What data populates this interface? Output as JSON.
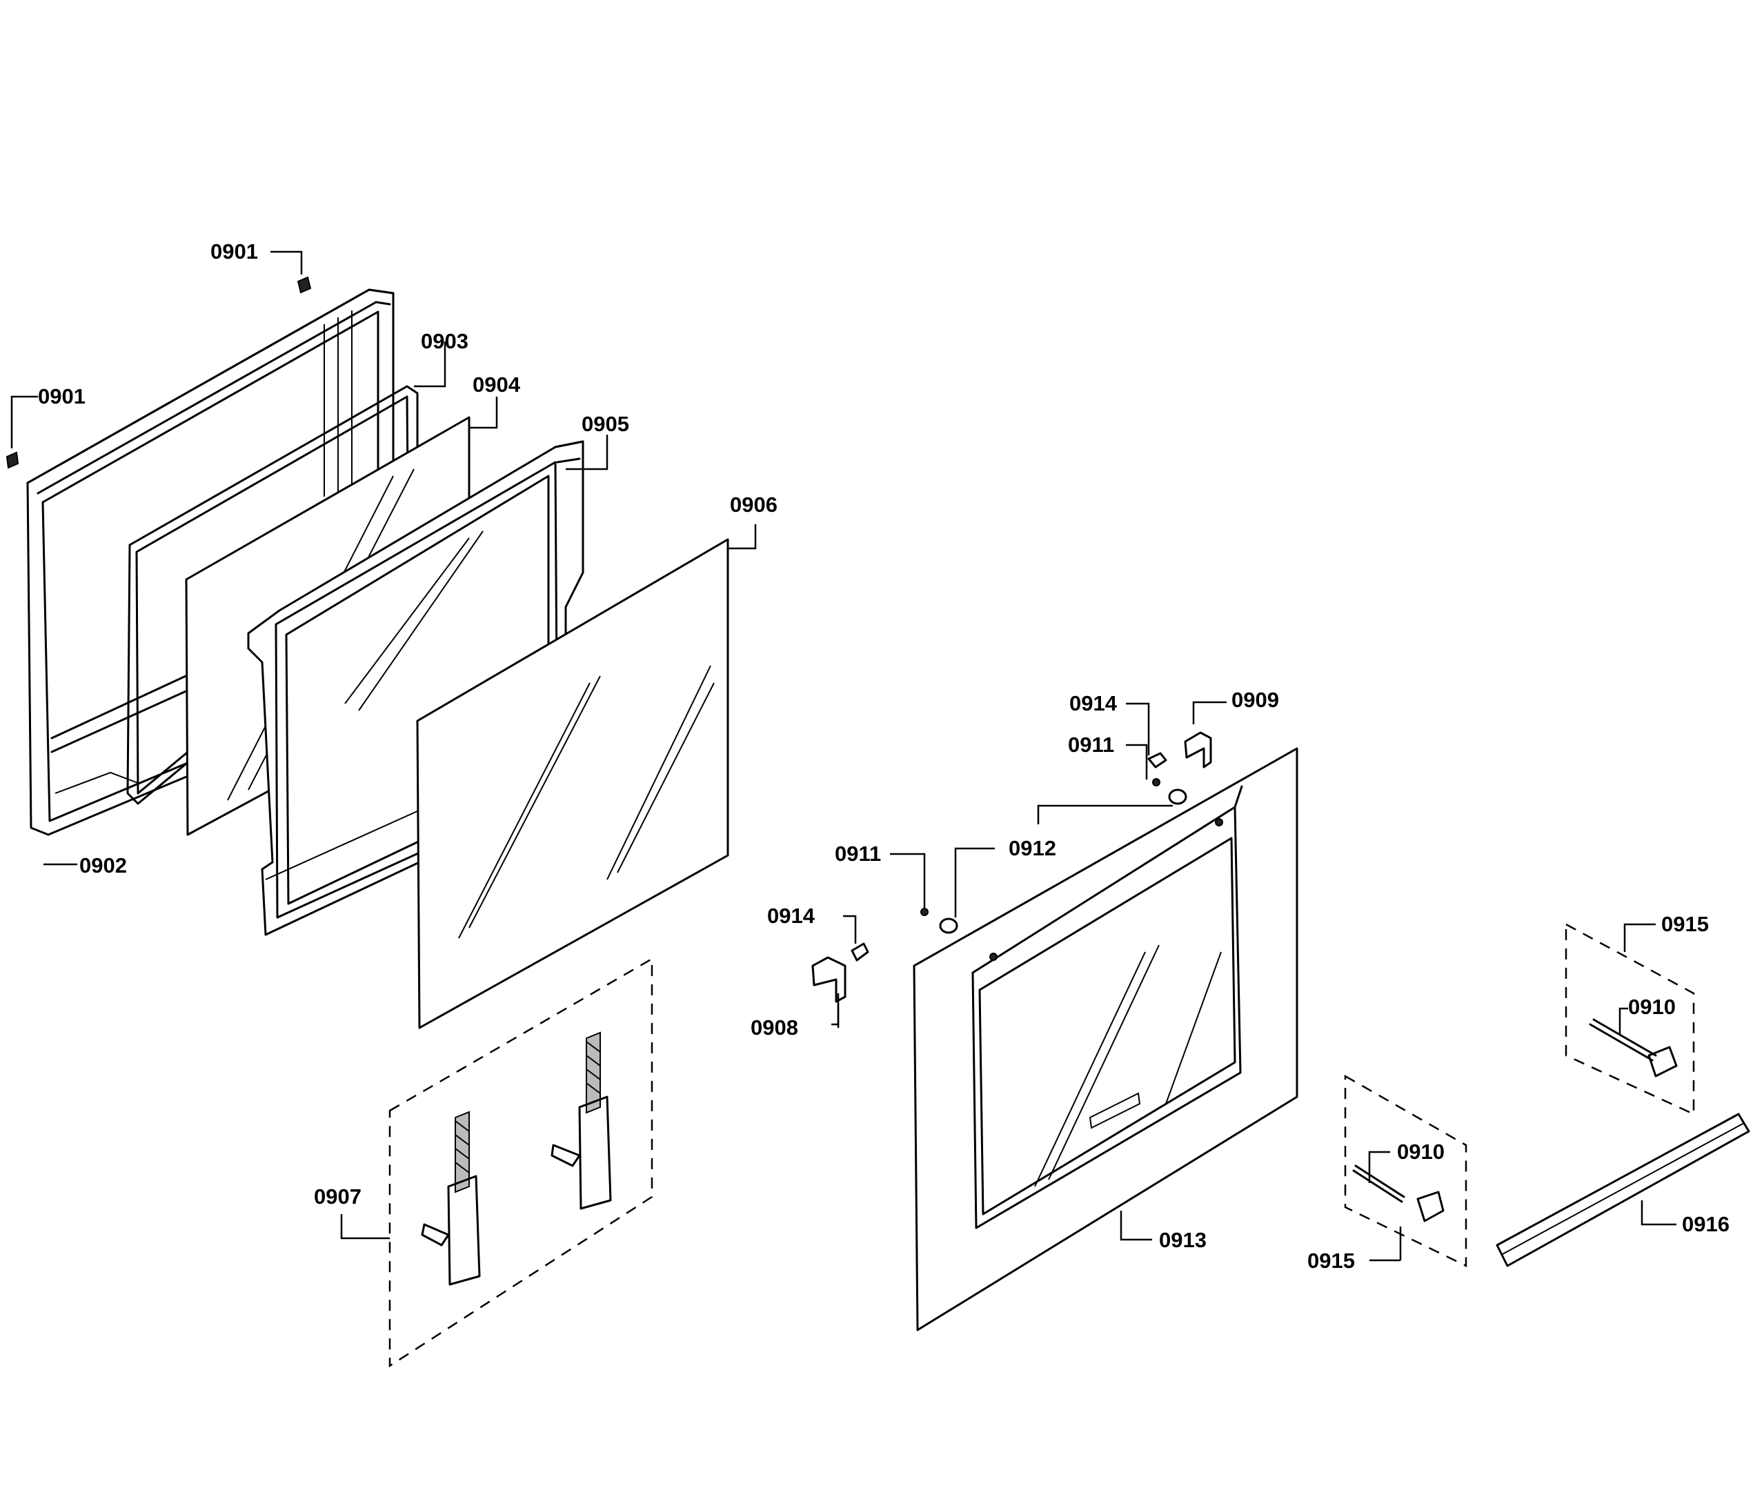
{
  "labels": {
    "p0901a": "0901",
    "p0901b": "0901",
    "p0902": "0902",
    "p0903": "0903",
    "p0904": "0904",
    "p0905": "0905",
    "p0906": "0906",
    "p0907": "0907",
    "p0908": "0908",
    "p0909": "0909",
    "p0910a": "0910",
    "p0910b": "0910",
    "p0911a": "0911",
    "p0911b": "0911",
    "p0912": "0912",
    "p0913": "0913",
    "p0914a": "0914",
    "p0914b": "0914",
    "p0915a": "0915",
    "p0915b": "0915",
    "p0916": "0916"
  }
}
